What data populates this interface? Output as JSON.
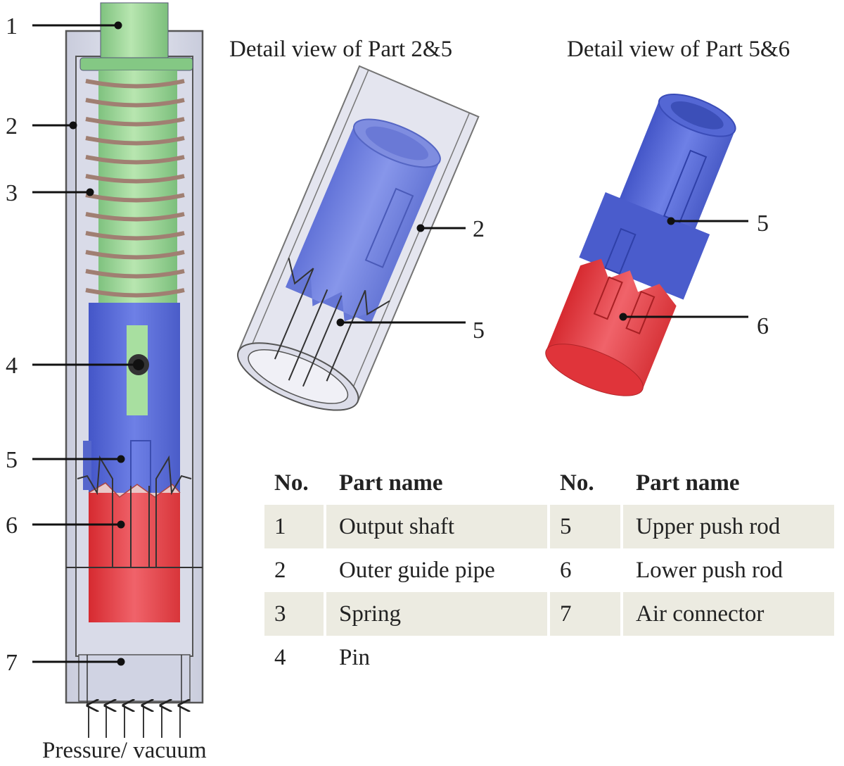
{
  "callouts_main": [
    "1",
    "2",
    "3",
    "4",
    "5",
    "6",
    "7"
  ],
  "detail_view_25": {
    "title": "Detail view of Part 2&5",
    "callouts": [
      "2",
      "5"
    ]
  },
  "detail_view_56": {
    "title": "Detail view of Part 5&6",
    "callouts": [
      "5",
      "6"
    ]
  },
  "bottom_caption": "Pressure/ vacuum",
  "table": {
    "headers": [
      "No.",
      "Part name",
      "No.",
      "Part name"
    ],
    "rows": [
      [
        "1",
        "Output shaft",
        "5",
        "Upper push rod"
      ],
      [
        "2",
        "Outer guide pipe",
        "6",
        "Lower push rod"
      ],
      [
        "3",
        "Spring",
        "7",
        "Air connector"
      ],
      [
        "4",
        "Pin",
        "",
        ""
      ]
    ]
  },
  "colors": {
    "output_shaft": "#8fd08f",
    "spring": "#b09080",
    "upper_push_rod": "#5b6fd8",
    "lower_push_rod": "#e0363b",
    "outer_pipe": "#d6d8e8",
    "table_shade": "#ecebe1"
  }
}
